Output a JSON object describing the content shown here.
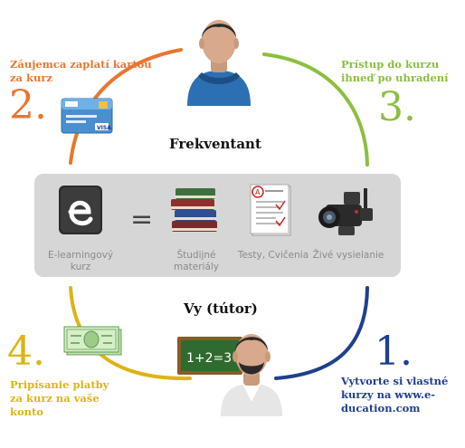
{
  "colors": {
    "orange": "#e8772e",
    "green": "#8cbf3f",
    "yellow": "#ddb414",
    "blue": "#1f3f8f",
    "panel": "#d6d6d6",
    "panel_text": "#8a8a8a"
  },
  "roles": {
    "top": "Frekventant",
    "bottom": "Vy (tútor)"
  },
  "steps": [
    {
      "number": "1.",
      "text": "Vytvorte si vlastné kurzy na www.e-ducation.com",
      "color": "blue"
    },
    {
      "number": "2.",
      "text": "Záujemca zaplatí kartou za kurz",
      "color": "orange"
    },
    {
      "number": "3.",
      "text": "Prístup do kurzu ihneď po uhradení",
      "color": "green"
    },
    {
      "number": "4.",
      "text": "Pripísanie platby za kurz na vaše konto",
      "color": "yellow"
    }
  ],
  "panel": {
    "equals": "=",
    "items": [
      {
        "label": "E-learningový kurz",
        "icon": "elearning-e-icon"
      },
      {
        "label": "Študijné materiály",
        "icon": "books-icon"
      },
      {
        "label": "Testy, Cvičenia",
        "icon": "test-sheet-icon"
      },
      {
        "label": "Živé vysielanie",
        "icon": "video-camera-icon"
      }
    ]
  },
  "chalkboard": {
    "text": "1+2=3"
  },
  "icons": {
    "card": "credit-card-icon",
    "money": "banknote-icon",
    "student": "student-avatar-icon",
    "tutor": "tutor-avatar-icon",
    "chalkboard": "chalkboard-icon"
  }
}
